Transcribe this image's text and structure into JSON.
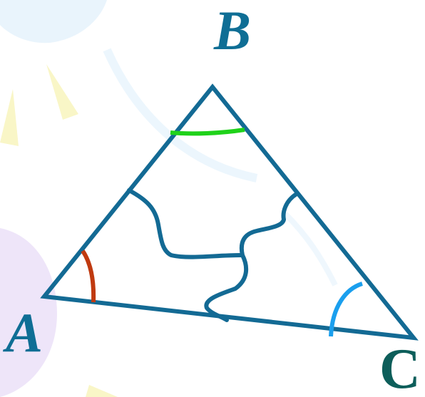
{
  "vertices": {
    "a": "A",
    "b": "B",
    "c": "C"
  },
  "colors": {
    "triangle": "#136a94",
    "tear_line": "#136a94",
    "angle_a_arc": "#c03a10",
    "angle_b_arc": "#1fd21a",
    "angle_c_arc": "#1a9fee",
    "label_a": "#0f6e95",
    "label_b": "#0f6e95",
    "label_c": "#0d5e5a",
    "background_shapes": [
      "#dff0fb",
      "#f9f6c7",
      "#eadff7"
    ]
  }
}
